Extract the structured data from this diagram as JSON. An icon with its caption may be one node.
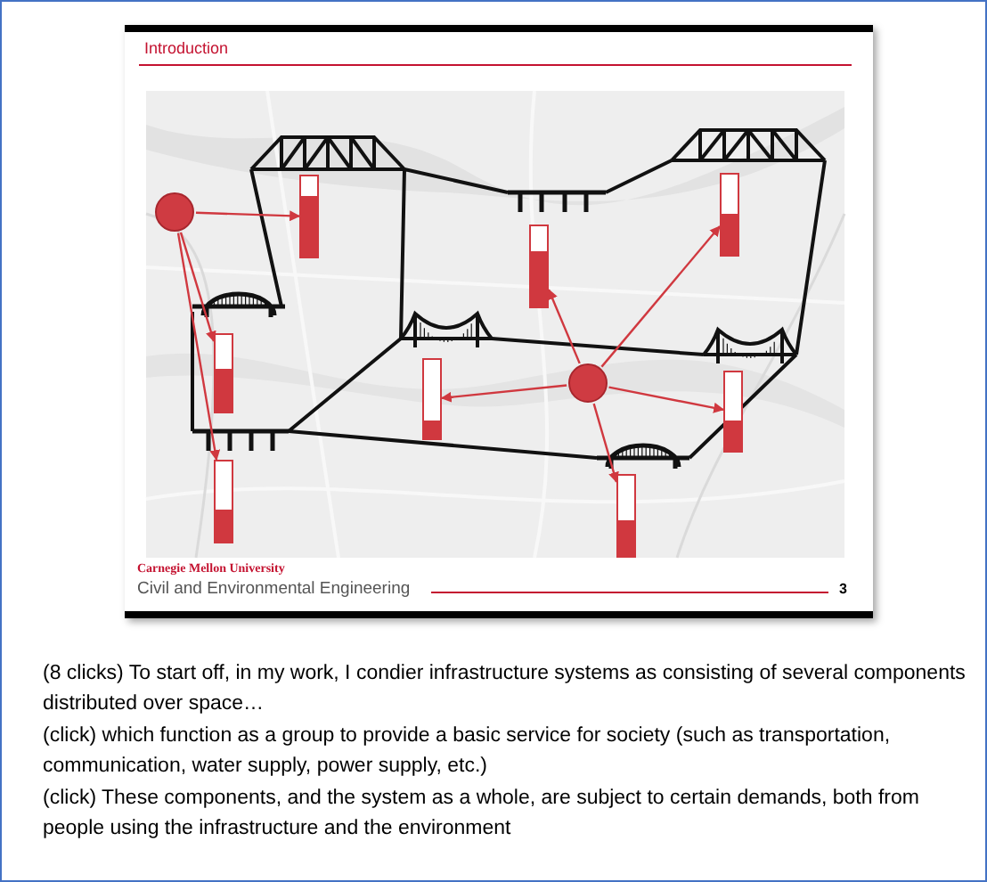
{
  "diagram": {
    "title": "Introduction",
    "nodes": [
      {
        "text": [],
        "shape": "circle"
      },
      {
        "text": [],
        "shape": "bar"
      },
      {
        "text": [],
        "shape": "bar"
      },
      {
        "text": [],
        "shape": "bar"
      },
      {
        "text": [],
        "shape": "bar"
      },
      {
        "text": [],
        "shape": "circle"
      },
      {
        "text": [],
        "shape": "bar"
      },
      {
        "text": [],
        "shape": "bar"
      },
      {
        "text": [],
        "shape": "bar"
      },
      {
        "text": [],
        "shape": "bar"
      }
    ],
    "edges": [
      {
        "from": 0,
        "to": 1,
        "arrow": "to"
      },
      {
        "from": 0,
        "to": 4,
        "arrow": "to"
      },
      {
        "from": 0,
        "to": 8,
        "arrow": "to"
      },
      {
        "from": 5,
        "to": 3,
        "arrow": "to"
      },
      {
        "from": 5,
        "to": 2,
        "arrow": "to"
      },
      {
        "from": 5,
        "to": 6,
        "arrow": "to"
      },
      {
        "from": 5,
        "to": 7,
        "arrow": "to"
      },
      {
        "from": 5,
        "to": 9,
        "arrow": "to"
      }
    ],
    "labels": [
      "Carnegie Mellon University",
      "Civil and Environmental Engineering",
      "3",
      "(8 clicks) To start off, in my work, I condier infrastructure systems as consisting of several components distributed over space…",
      "(click) which function as a group to provide a basic service for society (such as transportation, communication, water supply, power supply, etc.)",
      "(click) These components, and the system as a whole, are subject to certain demands, both from people using the infrastructure and the environment"
    ]
  }
}
